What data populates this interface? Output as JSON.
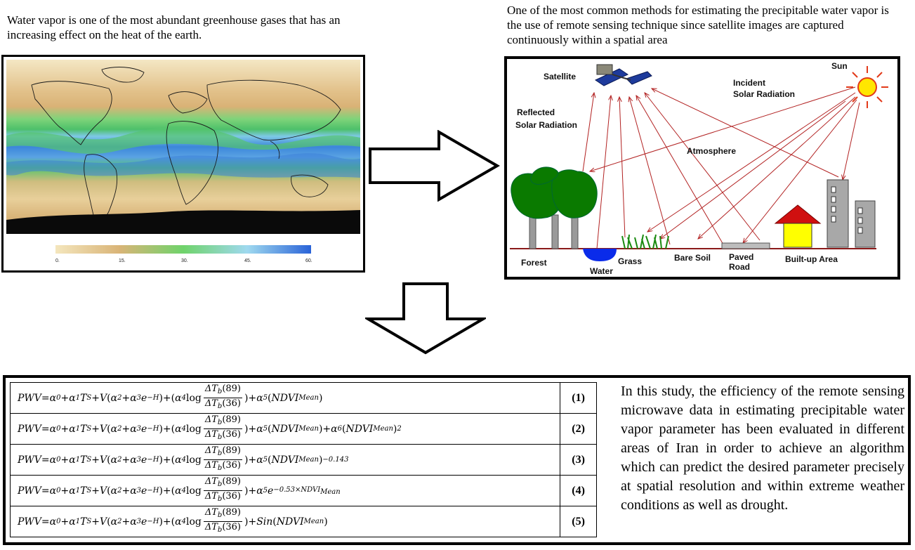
{
  "captions": {
    "left": "Water vapor is one of the most abundant greenhouse gases that has an increasing effect on the heat of the earth.",
    "right": "One of the most common methods for estimating the precipitable water vapor is the use of remote sensing technique since satellite images are captured continuously within a spatial area"
  },
  "map": {
    "colorbar_ticks": [
      "0.",
      "15.",
      "30.",
      "45.",
      "60."
    ],
    "colorbar_colors": [
      "#f2e3b3",
      "#d9b477",
      "#6fd36b",
      "#9fd9ef",
      "#2a63d8"
    ]
  },
  "scene": {
    "labels": {
      "satellite": "Satellite",
      "sun": "Sun",
      "incident": [
        "Incident",
        "Solar Radiation"
      ],
      "reflected": [
        "Reflected",
        "Solar Radiation"
      ],
      "atmosphere": "Atmosphere",
      "forest": "Forest",
      "water": "Water",
      "grass": "Grass",
      "bare_soil": "Bare Soil",
      "paved_road": [
        "Paved",
        "Road"
      ],
      "built_up": "Built-up Area"
    }
  },
  "equations": [
    {
      "number": "(1)",
      "tail": "ndvi"
    },
    {
      "number": "(2)",
      "tail": "ndvi_sq"
    },
    {
      "number": "(3)",
      "tail": "ndvi_pow"
    },
    {
      "number": "(4)",
      "tail": "ndvi_exp"
    },
    {
      "number": "(5)",
      "tail": "ndvi_sin"
    }
  ],
  "summary": "In this study, the efficiency of the remote sensing microwave data in estimating precipitable water vapor parameter has been evaluated in different areas of Iran in order to achieve an algorithm which can predict the desired parameter precisely at spatial resolution and within extreme weather conditions as well as drought."
}
